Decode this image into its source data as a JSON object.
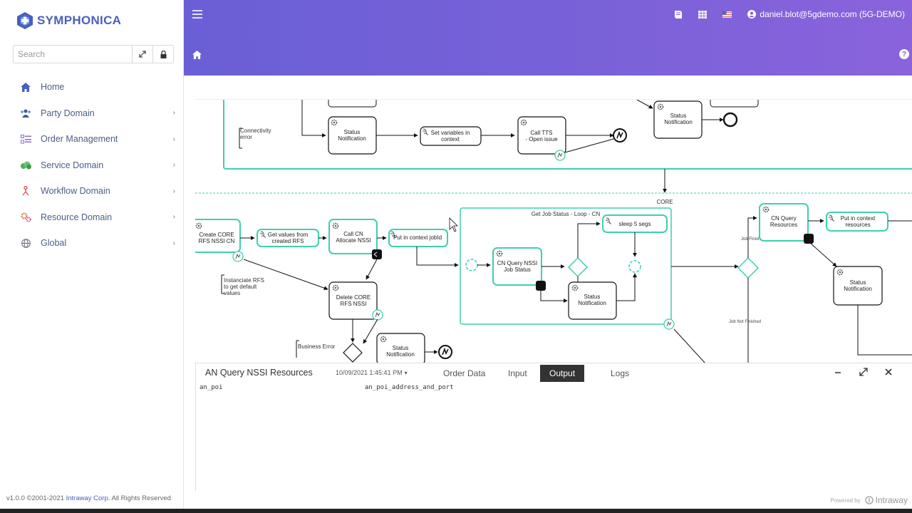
{
  "app": {
    "brand": "SYMPHONICA"
  },
  "sidebar": {
    "search_placeholder": "Search",
    "items": [
      {
        "label": "Home",
        "icon": "home-icon"
      },
      {
        "label": "Party Domain",
        "icon": "people-icon"
      },
      {
        "label": "Order Management",
        "icon": "list-icon"
      },
      {
        "label": "Service Domain",
        "icon": "cloud-icon"
      },
      {
        "label": "Workflow Domain",
        "icon": "flow-icon"
      },
      {
        "label": "Resource Domain",
        "icon": "gears-icon"
      },
      {
        "label": "Global",
        "icon": "globe-icon"
      }
    ],
    "footer_version": "v1.0.0 ©2001-2021 ",
    "footer_company": "Intraway Corp.",
    "footer_rights": " All Rights Reserved"
  },
  "header": {
    "user": "daniel.blot@5gdemo.com (5G-DEMO)",
    "help": "?"
  },
  "diagram": {
    "top": {
      "connectivity_error": "Connectivity error",
      "status_notification_1": "Status Notification",
      "set_variables": "Set variables in context",
      "call_tts": "Call TTS - Open issue",
      "status_notification_2": "Status Notification"
    },
    "lane_label": "CORE",
    "subprocess_label": "Get Job Status - Loop - CN",
    "tasks": {
      "create_core": "Create CORE RFS NSSI CN",
      "get_values": "Get values from created RFS",
      "call_cn": "Call CN Allocate NSSI",
      "put_jobid": "Put in context jobId",
      "instanciate": "Instanciate RFS to get default values",
      "delete_core": "Delete CORE RFS NSSI",
      "business_error": "Business Error",
      "status_notification_3": "Status Notification",
      "cn_query_job": "CN Query NSSI Job Status",
      "sleep": "sleep 5 segs",
      "status_notification_4": "Status Notification",
      "job_finished": "Job Finished",
      "job_not_finished": "Job Not Finished",
      "cn_query_res": "CN Query Resources",
      "put_res": "Put in context resources",
      "status_notification_5": "Status Notification"
    }
  },
  "panel": {
    "title": "AN Query NSSI Resources",
    "date": "10/09/2021 1:45:41 PM",
    "tabs": [
      "Order Data",
      "Input",
      "Output",
      "Logs"
    ],
    "active_tab": "Output",
    "row_key": "an_poi",
    "row_value": "an_poi_address_and_port"
  },
  "footer_right": {
    "powered": "Powered by",
    "brand": "Intraway"
  },
  "colors": {
    "accent": "#4a5fbf",
    "flow": "#3fcfb0",
    "header_start": "#6a5fd6",
    "header_end": "#8a63dc"
  }
}
